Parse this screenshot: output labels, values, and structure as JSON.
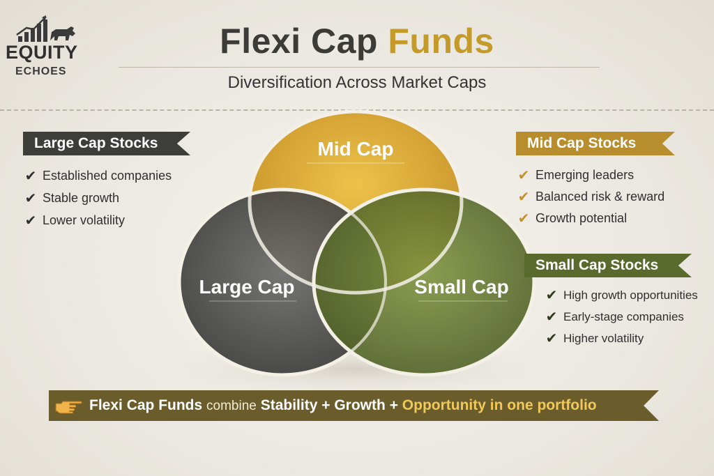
{
  "logo": {
    "line1": "EQUITY",
    "line2": "ECHOES",
    "icon": "chart-bull-icon"
  },
  "title": {
    "part1": "Flexi Cap",
    "part2": "Funds",
    "subtitle": "Diversification Across Market Caps"
  },
  "venn": {
    "mid": "Mid Cap",
    "large": "Large Cap",
    "small": "Small Cap"
  },
  "large_cap": {
    "heading": "Large Cap Stocks",
    "items": [
      "Established companies",
      "Stable growth",
      "Lower volatility"
    ]
  },
  "mid_cap": {
    "heading": "Mid Cap Stocks",
    "items": [
      "Emerging leaders",
      "Balanced risk & reward",
      "Growth potential"
    ]
  },
  "small_cap": {
    "heading": "Small Cap Stocks",
    "items": [
      "High growth opportunities",
      "Early-stage companies",
      "Higher volatility"
    ]
  },
  "banner": {
    "icon": "pointing-hand-icon",
    "lead": "Flexi Cap Funds",
    "connector": "combine",
    "w1": "Stability",
    "w2": "Growth",
    "w3": "Opportunity",
    "plus": "+",
    "tail": "in one portfolio"
  },
  "colors": {
    "mid": "#d9a82e",
    "large": "#555553",
    "small": "#6f8436",
    "accent": "#c49a2a",
    "banner": "#6b5c2c"
  }
}
